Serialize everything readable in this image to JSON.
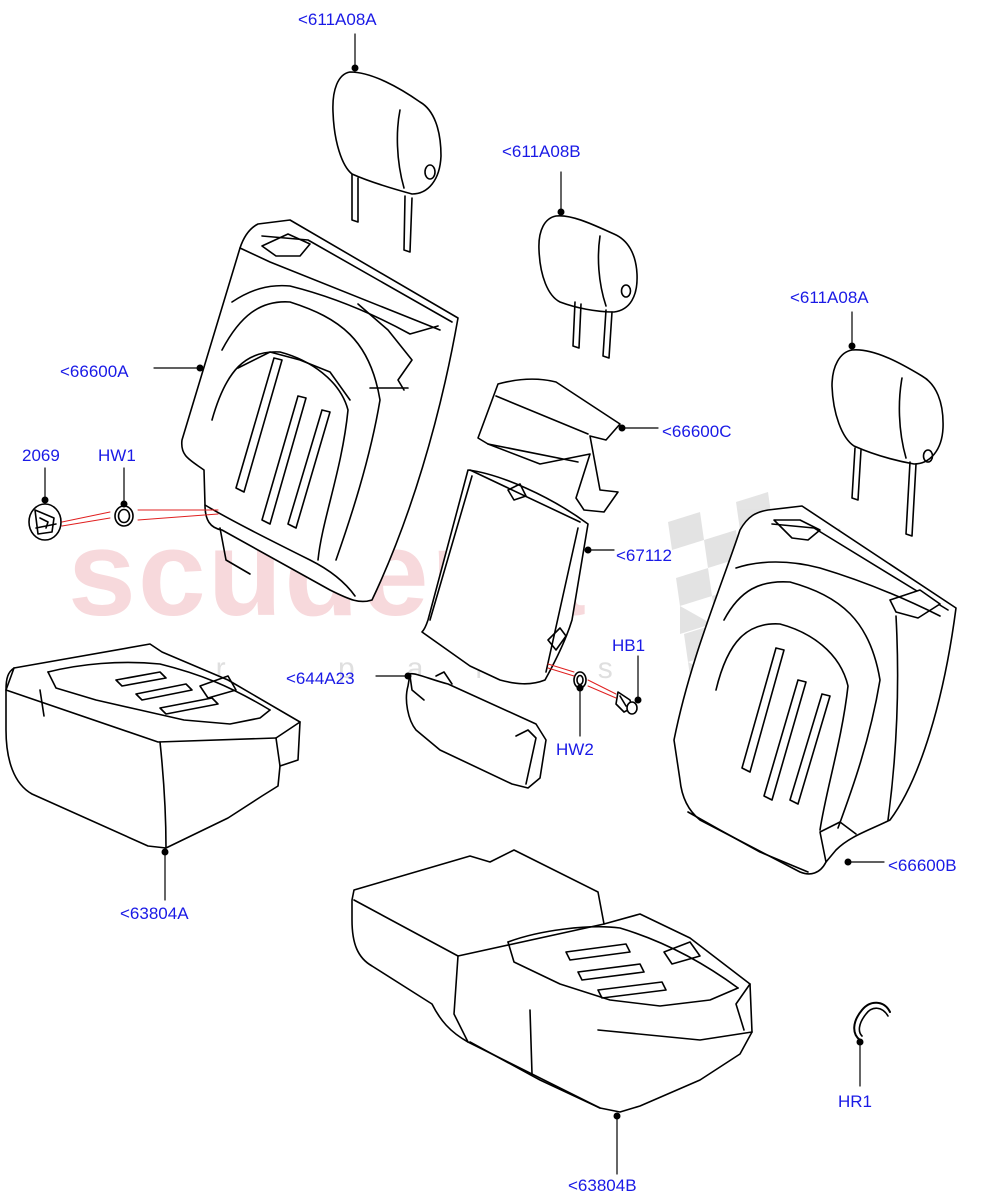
{
  "watermark": {
    "brand": "scuderia",
    "tagline": "car parts"
  },
  "callouts": [
    {
      "id": "headrest-a-top",
      "text": "<611A08A"
    },
    {
      "id": "headrest-b",
      "text": "<611A08B"
    },
    {
      "id": "headrest-a-right",
      "text": "<611A08A"
    },
    {
      "id": "backrest-a",
      "text": "<66600A"
    },
    {
      "id": "backrest-c",
      "text": "<66600C"
    },
    {
      "id": "trim-67112",
      "text": "<67112"
    },
    {
      "id": "part-2069",
      "text": "2069"
    },
    {
      "id": "washer-hw1",
      "text": "HW1"
    },
    {
      "id": "bolt-hb1",
      "text": "HB1"
    },
    {
      "id": "bracket-644a23",
      "text": "<644A23"
    },
    {
      "id": "washer-hw2",
      "text": "HW2"
    },
    {
      "id": "backrest-b",
      "text": "<66600B"
    },
    {
      "id": "cushion-a",
      "text": "<63804A"
    },
    {
      "id": "cushion-b",
      "text": "<63804B"
    },
    {
      "id": "clip-hr1",
      "text": "HR1"
    }
  ],
  "colors": {
    "label": "#1a1ae6",
    "line": "#000000",
    "reference_line": "#e02020",
    "watermark": "#e27882"
  }
}
